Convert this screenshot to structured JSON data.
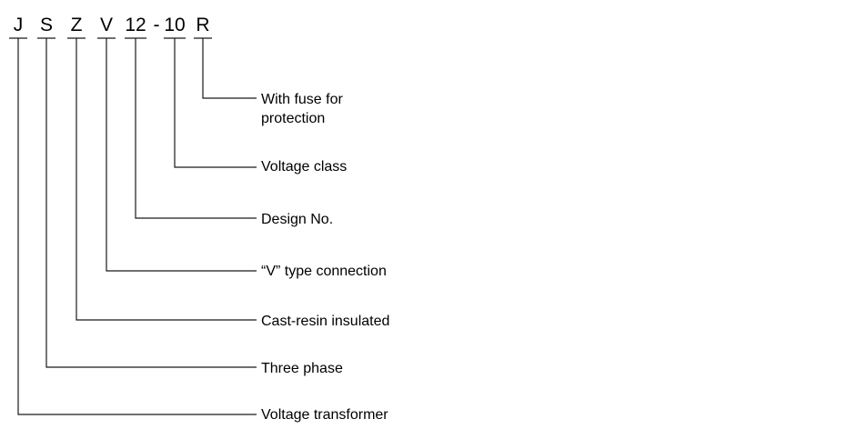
{
  "model_code": {
    "parts": [
      {
        "text": "J",
        "meaning": "Voltage transformer"
      },
      {
        "text": "S",
        "meaning": "Three phase"
      },
      {
        "text": "Z",
        "meaning": "Cast-resin insulated"
      },
      {
        "text": "V",
        "meaning": "“V” type connection"
      },
      {
        "text": "12",
        "meaning": "Design No."
      },
      {
        "text": "10",
        "meaning": "Voltage class"
      },
      {
        "text": "R",
        "meaning": [
          "With fuse for",
          "protection"
        ]
      }
    ],
    "separator": "-"
  }
}
